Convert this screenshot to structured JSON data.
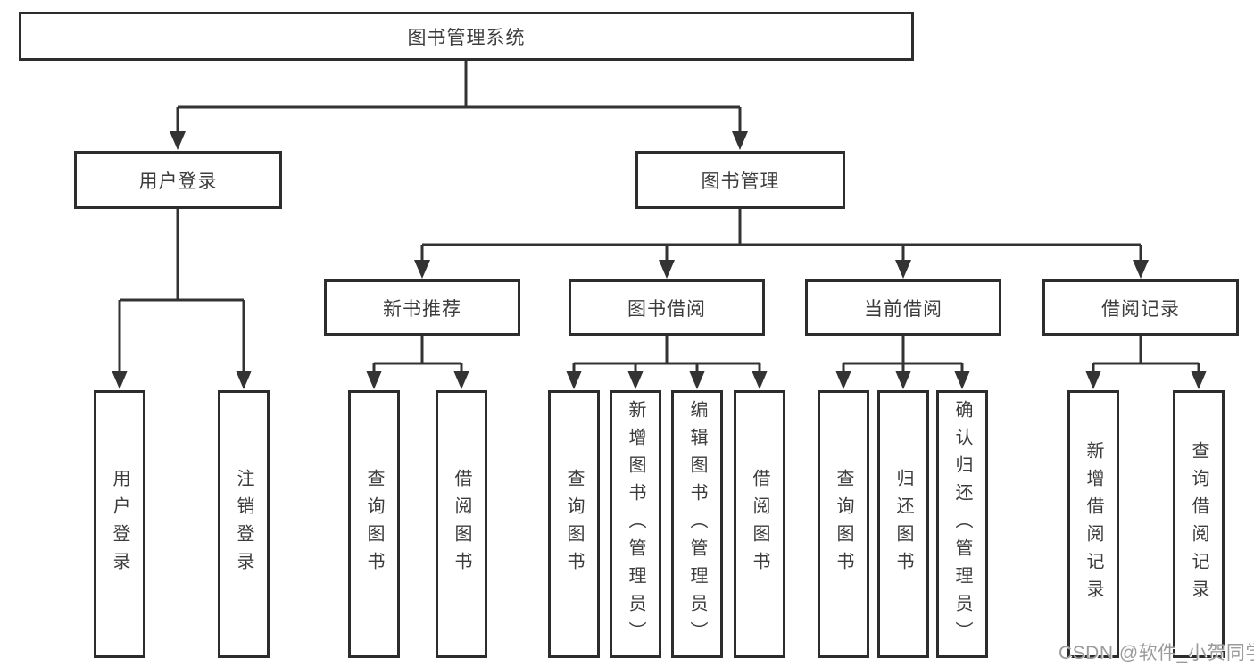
{
  "diagram": {
    "type": "hierarchy-tree",
    "title": "图书管理系统",
    "watermark": "CSDN @软件_小贺同学",
    "colors": {
      "background": "#ffffff",
      "line": "#333333",
      "box_border": "#2d2d2d",
      "text": "#3c3c3c",
      "watermark": "#9b9b9b"
    },
    "nodes": {
      "root": "图书管理系统",
      "user_login": "用户登录",
      "book_mgmt": "图书管理",
      "new_book_rec": "新书推荐",
      "book_borrow": "图书借阅",
      "current_borrow": "当前借阅",
      "borrow_records": "借阅记录",
      "leaf_user_login": "用户登录",
      "leaf_logout": "注销登录",
      "leaf_rec_query": "查询图书",
      "leaf_rec_borrow": "借阅图书",
      "leaf_bb_query": "查询图书",
      "leaf_bb_add": "新增图书（管理员）",
      "leaf_bb_edit": "编辑图书（管理员）",
      "leaf_bb_borrow": "借阅图书",
      "leaf_cb_query": "查询图书",
      "leaf_cb_return": "归还图书",
      "leaf_cb_confirm": "确认归还（管理员）",
      "leaf_br_add": "新增借阅记录",
      "leaf_br_query": "查询借阅记录"
    },
    "hierarchy": {
      "图书管理系统": {
        "用户登录": [
          "用户登录",
          "注销登录"
        ],
        "图书管理": {
          "新书推荐": [
            "查询图书",
            "借阅图书"
          ],
          "图书借阅": [
            "查询图书",
            "新增图书（管理员）",
            "编辑图书（管理员）",
            "借阅图书"
          ],
          "当前借阅": [
            "查询图书",
            "归还图书",
            "确认归还（管理员）"
          ],
          "借阅记录": [
            "新增借阅记录",
            "查询借阅记录"
          ]
        }
      }
    }
  }
}
